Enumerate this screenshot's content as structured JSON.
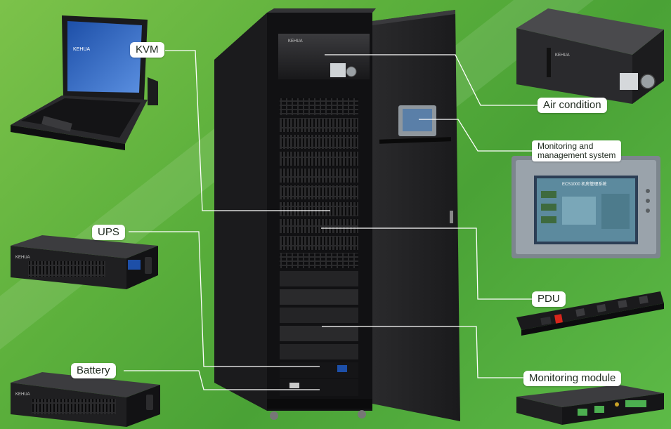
{
  "labels": {
    "kvm": "KVM",
    "air_condition": "Air condition",
    "monitoring_system_line1": "Monitoring and",
    "monitoring_system_line2": "management system",
    "ups": "UPS",
    "pdu": "PDU",
    "battery": "Battery",
    "monitoring_module": "Monitoring module"
  },
  "brand": {
    "logo_text": "KEHUA",
    "screen_title": "ECS1000 机房管理系统"
  },
  "colors": {
    "background": "#5cb03c",
    "cabinet": "#2b2b2d",
    "label_bg": "#ffffff",
    "connector": "#ffffff",
    "pdu_switch": "#d8261c"
  }
}
